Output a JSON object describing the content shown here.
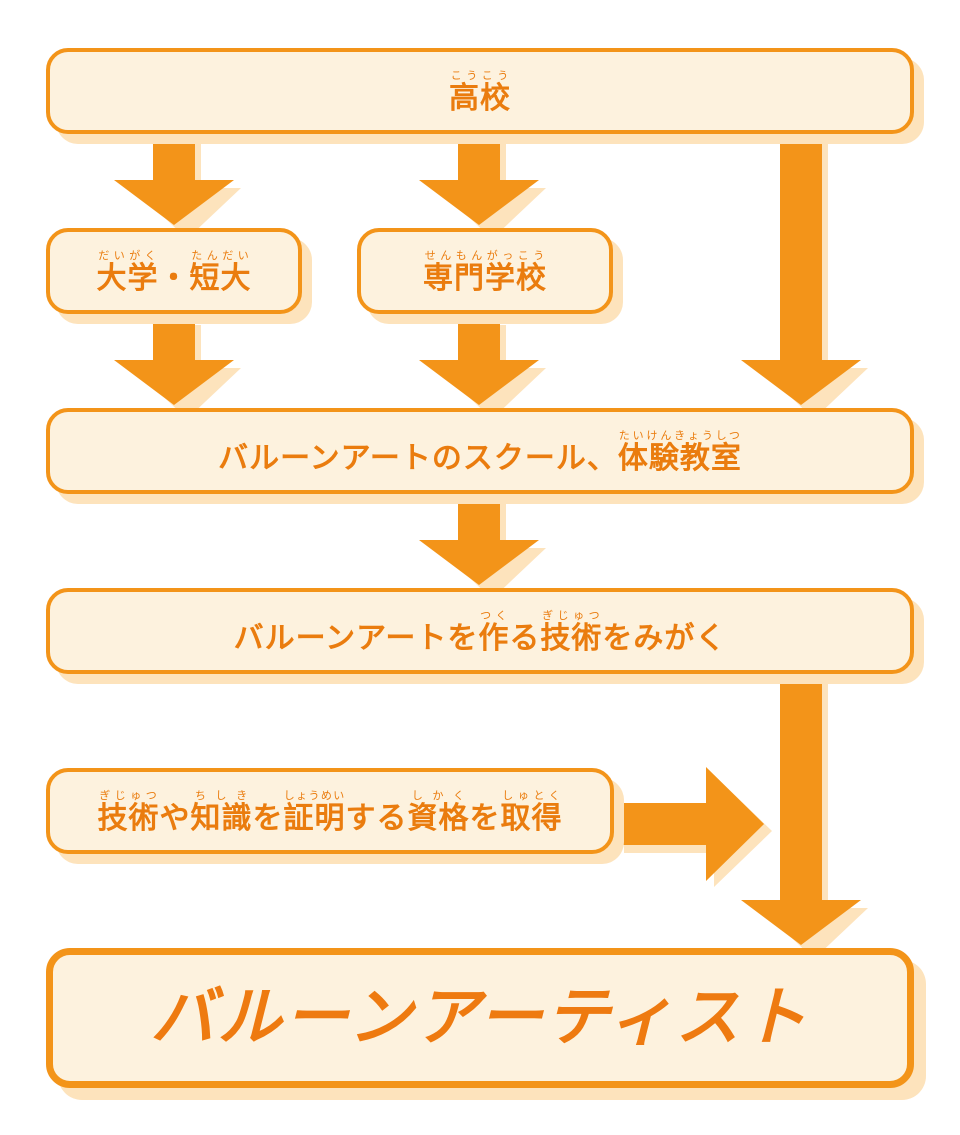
{
  "boxes": {
    "high_school": {
      "segments": [
        {
          "t": "高校",
          "r": "こうこう"
        }
      ]
    },
    "university": {
      "segments": [
        {
          "t": "大学",
          "r": "だいがく"
        },
        {
          "t": "・"
        },
        {
          "t": "短大",
          "r": "たんだい"
        }
      ]
    },
    "vocational": {
      "segments": [
        {
          "t": "専門学校",
          "r": "せんもんがっこう"
        }
      ]
    },
    "school": {
      "segments": [
        {
          "t": "バルーンアートのスクール、"
        },
        {
          "t": "体験教室",
          "r": "たいけんきょうしつ"
        }
      ]
    },
    "skills": {
      "segments": [
        {
          "t": "バルーンアートを"
        },
        {
          "t": "作",
          "r": "つく"
        },
        {
          "t": "る"
        },
        {
          "t": "技術",
          "r": "ぎじゅつ"
        },
        {
          "t": "をみがく"
        }
      ]
    },
    "certification": {
      "segments": [
        {
          "t": "技術",
          "r": "ぎじゅつ"
        },
        {
          "t": "や"
        },
        {
          "t": "知識",
          "r": "ちしき"
        },
        {
          "t": "を"
        },
        {
          "t": "証明",
          "r": "しょうめい"
        },
        {
          "t": "する"
        },
        {
          "t": "資格",
          "r": "しかく"
        },
        {
          "t": "を"
        },
        {
          "t": "取得",
          "r": "しゅとく"
        }
      ]
    },
    "artist": {
      "segments": [
        {
          "t": "バルーンアーティスト"
        }
      ]
    }
  },
  "colors": {
    "arrow": "#f39419",
    "arrow_shadow": "#fde3bc",
    "box_fill": "#fdf2de",
    "box_border": "#f39419",
    "text": "#ea7c0e"
  }
}
